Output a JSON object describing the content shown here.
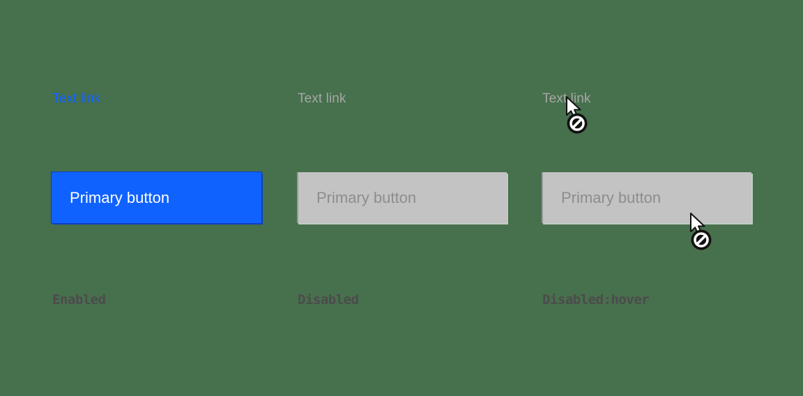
{
  "colors": {
    "background": "#47704d",
    "primary": "#0f62fe",
    "primary_edge": "#0c3fc4",
    "primary_text": "#ffffff",
    "disabled_fill": "#c3c3c3",
    "disabled_edge": "#9a9a9a",
    "disabled_text": "#8d8d8d",
    "link_enabled": "#0f62fe",
    "link_disabled": "#a6a6a6",
    "state_label": "#4c4c4c"
  },
  "columns": [
    {
      "id": "enabled",
      "text_link": "Text link",
      "button_label": "Primary button",
      "state_label": "Enabled"
    },
    {
      "id": "disabled",
      "text_link": "Text link",
      "button_label": "Primary button",
      "state_label": "Disabled"
    },
    {
      "id": "disabled-hover",
      "text_link": "Text link",
      "button_label": "Primary button",
      "state_label": "Disabled:hover"
    }
  ],
  "cursor": {
    "name": "not-allowed-cursor"
  }
}
